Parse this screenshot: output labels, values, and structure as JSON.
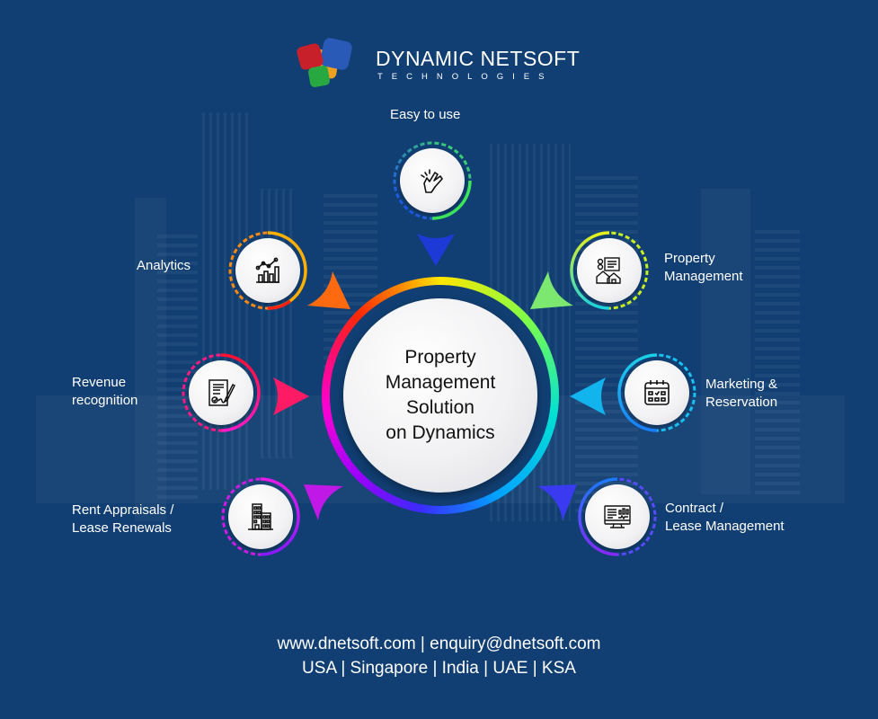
{
  "brand": {
    "name": "DYNAMIC NETSOFT",
    "tagline": "TECHNOLOGIES"
  },
  "center": {
    "title": "Property Management Solution on Dynamics",
    "lines": [
      "Property",
      "Management",
      "Solution",
      "on Dynamics"
    ]
  },
  "features": [
    {
      "id": "easy-to-use",
      "label_lines": [
        "Easy to use"
      ],
      "icon": "snap-fingers-icon",
      "ring_colors": [
        "#1a3dff",
        "#3ee65a"
      ],
      "arrow_color": "#1e3ad6"
    },
    {
      "id": "analytics",
      "label_lines": [
        "Analytics"
      ],
      "icon": "line-bar-chart-icon",
      "ring_colors": [
        "#ffd400",
        "#ff2a10"
      ],
      "arrow_color": "#ff6a10"
    },
    {
      "id": "property-management",
      "label_lines": [
        "Property",
        "Management"
      ],
      "icon": "property-document-icon",
      "ring_colors": [
        "#d9f51a",
        "#1ad6e0"
      ],
      "arrow_color": "#7de870"
    },
    {
      "id": "revenue-recognition",
      "label_lines": [
        "Revenue",
        "recognition"
      ],
      "icon": "signed-contract-icon",
      "ring_colors": [
        "#ff1040",
        "#ff1ac8"
      ],
      "arrow_color": "#ff1a66"
    },
    {
      "id": "marketing-reservation",
      "label_lines": [
        "Marketing &",
        "Reservation"
      ],
      "icon": "calendar-icon",
      "ring_colors": [
        "#1ad0e6",
        "#1a80ff"
      ],
      "arrow_color": "#12b4ee"
    },
    {
      "id": "rent-appraisals",
      "label_lines": [
        "Rent Appraisals /",
        "Lease Renewals"
      ],
      "icon": "office-building-icon",
      "ring_colors": [
        "#e61ae6",
        "#8a1aff"
      ],
      "arrow_color": "#c018e6"
    },
    {
      "id": "contract-lease",
      "label_lines": [
        "Contract /",
        "Lease Management"
      ],
      "icon": "monitor-dashboard-icon",
      "ring_colors": [
        "#1a7aff",
        "#8a2aff"
      ],
      "arrow_color": "#3a3af0"
    }
  ],
  "footer": {
    "contact": "www.dnetsoft.com | enquiry@dnetsoft.com",
    "locations": "USA | Singapore | India | UAE | KSA"
  },
  "colors": {
    "background": "#113f73",
    "text": "#ffffff",
    "center_text": "#111111"
  }
}
